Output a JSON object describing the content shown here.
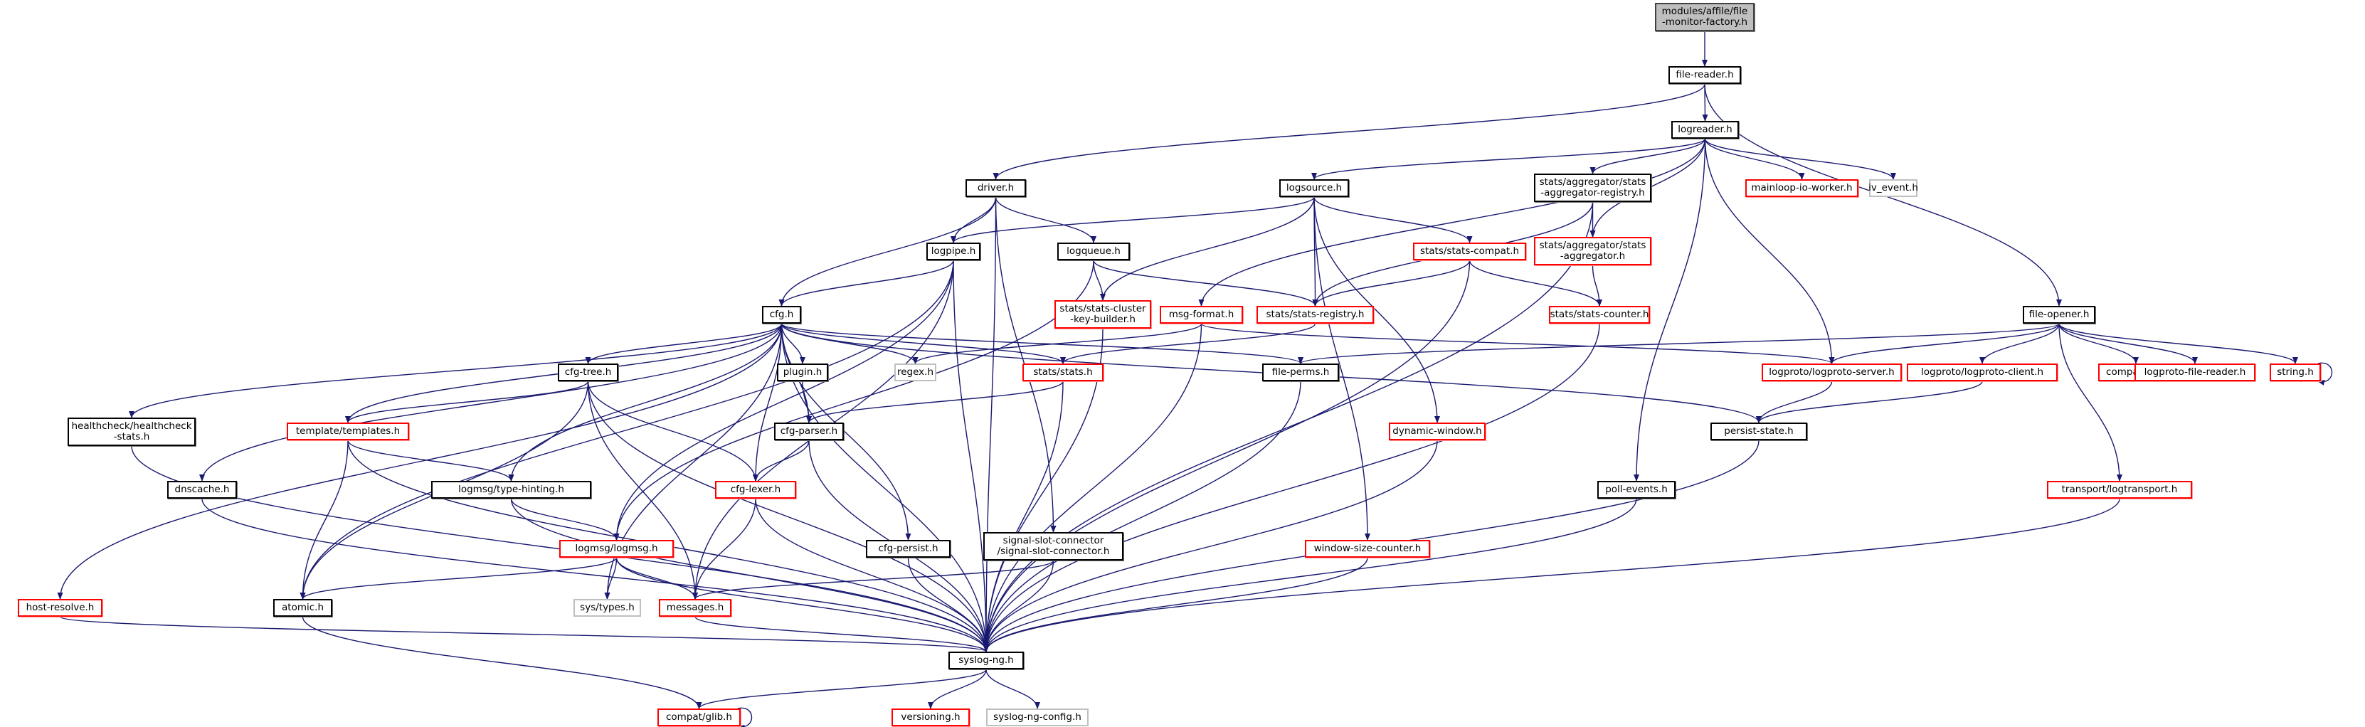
{
  "title": "modules/affile/file-monitor-factory.h include dependency graph",
  "colors": {
    "edge": "#191970",
    "node_border_documented": "#000000",
    "node_border_undocumented": "#ff0000",
    "node_border_external": "#bfbfbf",
    "root_fill": "#bfbfbf"
  },
  "nodes": [
    {
      "id": "root",
      "label": "modules/affile/file\n-monitor-factory.h",
      "kind": "root"
    },
    {
      "id": "file-reader",
      "label": "file-reader.h",
      "kind": "black"
    },
    {
      "id": "logreader",
      "label": "logreader.h",
      "kind": "black"
    },
    {
      "id": "driver",
      "label": "driver.h",
      "kind": "black"
    },
    {
      "id": "logsource",
      "label": "logsource.h",
      "kind": "black"
    },
    {
      "id": "agg-registry",
      "label": "stats/aggregator/stats\n-aggregator-registry.h",
      "kind": "black"
    },
    {
      "id": "mainloop-io-worker",
      "label": "mainloop-io-worker.h",
      "kind": "red"
    },
    {
      "id": "iv_event",
      "label": "iv_event.h",
      "kind": "gray"
    },
    {
      "id": "logpipe",
      "label": "logpipe.h",
      "kind": "black"
    },
    {
      "id": "logqueue",
      "label": "logqueue.h",
      "kind": "black"
    },
    {
      "id": "stats-compat",
      "label": "stats/stats-compat.h",
      "kind": "red"
    },
    {
      "id": "stats-aggregator",
      "label": "stats/aggregator/stats\n-aggregator.h",
      "kind": "red"
    },
    {
      "id": "cfg",
      "label": "cfg.h",
      "kind": "black"
    },
    {
      "id": "cluster-key-builder",
      "label": "stats/stats-cluster\n-key-builder.h",
      "kind": "red"
    },
    {
      "id": "msg-format",
      "label": "msg-format.h",
      "kind": "red"
    },
    {
      "id": "stats-registry",
      "label": "stats/stats-registry.h",
      "kind": "red"
    },
    {
      "id": "stats-counter",
      "label": "stats/stats-counter.h",
      "kind": "red"
    },
    {
      "id": "file-opener",
      "label": "file-opener.h",
      "kind": "black"
    },
    {
      "id": "cfg-tree",
      "label": "cfg-tree.h",
      "kind": "black"
    },
    {
      "id": "plugin",
      "label": "plugin.h",
      "kind": "black"
    },
    {
      "id": "regex",
      "label": "regex.h",
      "kind": "gray"
    },
    {
      "id": "stats",
      "label": "stats/stats.h",
      "kind": "red"
    },
    {
      "id": "file-perms",
      "label": "file-perms.h",
      "kind": "black"
    },
    {
      "id": "logproto-server",
      "label": "logproto/logproto-server.h",
      "kind": "red"
    },
    {
      "id": "logproto-client",
      "label": "logproto/logproto-client.h",
      "kind": "red"
    },
    {
      "id": "compat-lfs",
      "label": "compat/lfs.h",
      "kind": "red"
    },
    {
      "id": "logproto-file-reader",
      "label": "logproto-file-reader.h",
      "kind": "red"
    },
    {
      "id": "string",
      "label": "string.h",
      "kind": "red"
    },
    {
      "id": "healthcheck",
      "label": "healthcheck/healthcheck\n-stats.h",
      "kind": "black"
    },
    {
      "id": "templates",
      "label": "template/templates.h",
      "kind": "red"
    },
    {
      "id": "cfg-parser",
      "label": "cfg-parser.h",
      "kind": "black"
    },
    {
      "id": "dynamic-window",
      "label": "dynamic-window.h",
      "kind": "red"
    },
    {
      "id": "persist-state",
      "label": "persist-state.h",
      "kind": "black"
    },
    {
      "id": "dnscache",
      "label": "dnscache.h",
      "kind": "black"
    },
    {
      "id": "type-hinting",
      "label": "logmsg/type-hinting.h",
      "kind": "black"
    },
    {
      "id": "cfg-lexer",
      "label": "cfg-lexer.h",
      "kind": "red"
    },
    {
      "id": "poll-events",
      "label": "poll-events.h",
      "kind": "black"
    },
    {
      "id": "logtransport",
      "label": "transport/logtransport.h",
      "kind": "red"
    },
    {
      "id": "logmsg",
      "label": "logmsg/logmsg.h",
      "kind": "red"
    },
    {
      "id": "cfg-persist",
      "label": "cfg-persist.h",
      "kind": "black"
    },
    {
      "id": "signal-slot",
      "label": "signal-slot-connector\n/signal-slot-connector.h",
      "kind": "black"
    },
    {
      "id": "window-size-counter",
      "label": "window-size-counter.h",
      "kind": "red"
    },
    {
      "id": "host-resolve",
      "label": "host-resolve.h",
      "kind": "red"
    },
    {
      "id": "atomic",
      "label": "atomic.h",
      "kind": "black"
    },
    {
      "id": "sys-types",
      "label": "sys/types.h",
      "kind": "gray"
    },
    {
      "id": "messages",
      "label": "messages.h",
      "kind": "red"
    },
    {
      "id": "syslog-ng",
      "label": "syslog-ng.h",
      "kind": "black"
    },
    {
      "id": "compat-glib",
      "label": "compat/glib.h",
      "kind": "red"
    },
    {
      "id": "versioning",
      "label": "versioning.h",
      "kind": "red"
    },
    {
      "id": "syslog-ng-config",
      "label": "syslog-ng-config.h",
      "kind": "gray"
    }
  ],
  "edges": [
    [
      "root",
      "file-reader"
    ],
    [
      "file-reader",
      "logreader"
    ],
    [
      "file-reader",
      "driver"
    ],
    [
      "file-reader",
      "file-opener"
    ],
    [
      "logreader",
      "logsource"
    ],
    [
      "logreader",
      "agg-registry"
    ],
    [
      "logreader",
      "mainloop-io-worker"
    ],
    [
      "logreader",
      "iv_event"
    ],
    [
      "logreader",
      "msg-format"
    ],
    [
      "logreader",
      "stats-aggregator"
    ],
    [
      "logreader",
      "logproto-server"
    ],
    [
      "logreader",
      "poll-events"
    ],
    [
      "driver",
      "logpipe"
    ],
    [
      "driver",
      "logqueue"
    ],
    [
      "driver",
      "cfg"
    ],
    [
      "driver",
      "signal-slot"
    ],
    [
      "driver",
      "syslog-ng"
    ],
    [
      "logsource",
      "logpipe"
    ],
    [
      "logsource",
      "stats-registry"
    ],
    [
      "logsource",
      "stats-compat"
    ],
    [
      "logsource",
      "cluster-key-builder"
    ],
    [
      "logsource",
      "dynamic-window"
    ],
    [
      "logsource",
      "window-size-counter"
    ],
    [
      "agg-registry",
      "stats-aggregator"
    ],
    [
      "agg-registry",
      "stats-registry"
    ],
    [
      "agg-registry",
      "syslog-ng"
    ],
    [
      "logpipe",
      "cfg"
    ],
    [
      "logpipe",
      "logmsg"
    ],
    [
      "logpipe",
      "messages"
    ],
    [
      "logpipe",
      "atomic"
    ],
    [
      "logpipe",
      "syslog-ng"
    ],
    [
      "logqueue",
      "stats-registry"
    ],
    [
      "logqueue",
      "cluster-key-builder"
    ],
    [
      "logqueue",
      "logmsg"
    ],
    [
      "stats-compat",
      "stats-registry"
    ],
    [
      "stats-compat",
      "stats-counter"
    ],
    [
      "stats-compat",
      "syslog-ng"
    ],
    [
      "stats-aggregator",
      "stats-counter"
    ],
    [
      "cfg",
      "cfg-tree"
    ],
    [
      "cfg",
      "plugin"
    ],
    [
      "cfg",
      "regex"
    ],
    [
      "cfg",
      "stats"
    ],
    [
      "cfg",
      "file-perms"
    ],
    [
      "cfg",
      "persist-state"
    ],
    [
      "cfg",
      "healthcheck"
    ],
    [
      "cfg",
      "templates"
    ],
    [
      "cfg",
      "cfg-parser"
    ],
    [
      "cfg",
      "dnscache"
    ],
    [
      "cfg",
      "type-hinting"
    ],
    [
      "cfg",
      "cfg-lexer"
    ],
    [
      "cfg",
      "host-resolve"
    ],
    [
      "cfg",
      "sys-types"
    ],
    [
      "cfg",
      "cfg-persist"
    ],
    [
      "cfg",
      "syslog-ng"
    ],
    [
      "cluster-key-builder",
      "syslog-ng"
    ],
    [
      "msg-format",
      "regex"
    ],
    [
      "msg-format",
      "logproto-server"
    ],
    [
      "msg-format",
      "syslog-ng"
    ],
    [
      "stats-registry",
      "stats"
    ],
    [
      "stats-counter",
      "syslog-ng"
    ],
    [
      "file-opener",
      "file-perms"
    ],
    [
      "file-opener",
      "logproto-server"
    ],
    [
      "file-opener",
      "logproto-client"
    ],
    [
      "file-opener",
      "compat-lfs"
    ],
    [
      "file-opener",
      "logproto-file-reader"
    ],
    [
      "file-opener",
      "string"
    ],
    [
      "file-opener",
      "logtransport"
    ],
    [
      "cfg-tree",
      "templates"
    ],
    [
      "cfg-tree",
      "cfg-lexer"
    ],
    [
      "cfg-tree",
      "messages"
    ],
    [
      "cfg-tree",
      "atomic"
    ],
    [
      "cfg-tree",
      "syslog-ng"
    ],
    [
      "plugin",
      "cfg-parser"
    ],
    [
      "stats",
      "cfg-parser"
    ],
    [
      "stats",
      "syslog-ng"
    ],
    [
      "file-perms",
      "syslog-ng"
    ],
    [
      "logproto-server",
      "persist-state"
    ],
    [
      "logproto-client",
      "persist-state"
    ],
    [
      "string",
      "string"
    ],
    [
      "healthcheck",
      "syslog-ng"
    ],
    [
      "templates",
      "type-hinting"
    ],
    [
      "templates",
      "atomic"
    ],
    [
      "templates",
      "syslog-ng"
    ],
    [
      "cfg-parser",
      "cfg-lexer"
    ],
    [
      "cfg-parser",
      "syslog-ng"
    ],
    [
      "dynamic-window",
      "syslog-ng"
    ],
    [
      "persist-state",
      "syslog-ng"
    ],
    [
      "dnscache",
      "syslog-ng"
    ],
    [
      "type-hinting",
      "logmsg"
    ],
    [
      "type-hinting",
      "syslog-ng"
    ],
    [
      "cfg-lexer",
      "messages"
    ],
    [
      "cfg-lexer",
      "syslog-ng"
    ],
    [
      "poll-events",
      "syslog-ng"
    ],
    [
      "logtransport",
      "syslog-ng"
    ],
    [
      "logmsg",
      "atomic"
    ],
    [
      "logmsg",
      "sys-types"
    ],
    [
      "logmsg",
      "messages"
    ],
    [
      "logmsg",
      "syslog-ng"
    ],
    [
      "cfg-persist",
      "syslog-ng"
    ],
    [
      "signal-slot",
      "messages"
    ],
    [
      "signal-slot",
      "syslog-ng"
    ],
    [
      "window-size-counter",
      "syslog-ng"
    ],
    [
      "host-resolve",
      "syslog-ng"
    ],
    [
      "atomic",
      "compat-glib"
    ],
    [
      "messages",
      "syslog-ng"
    ],
    [
      "syslog-ng",
      "compat-glib"
    ],
    [
      "syslog-ng",
      "versioning"
    ],
    [
      "syslog-ng",
      "syslog-ng-config"
    ],
    [
      "compat-glib",
      "compat-glib"
    ]
  ]
}
